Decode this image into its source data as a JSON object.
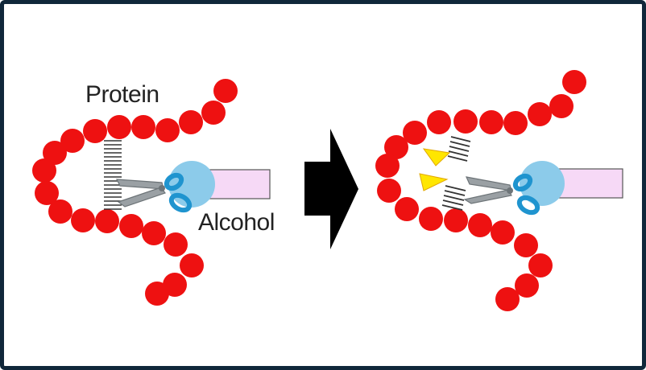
{
  "labels": {
    "protein": "Protein",
    "alcohol": "Alcohol"
  },
  "colors": {
    "frame": "#10273a",
    "bead": "#ee1111",
    "alcohol_head": "#8ccbea",
    "alcohol_tail": "#f6d9f6",
    "scissor_handle": "#1f94cf",
    "scissor_blade": "#9aa0a4",
    "spark": "#ffe600",
    "arrow": "#000000",
    "hbond": "#333333"
  },
  "icons": [
    "protein-chain",
    "alcohol-molecule",
    "scissors-icon",
    "arrow-right-icon",
    "hydrogen-bond-lines",
    "spark-icon"
  ]
}
